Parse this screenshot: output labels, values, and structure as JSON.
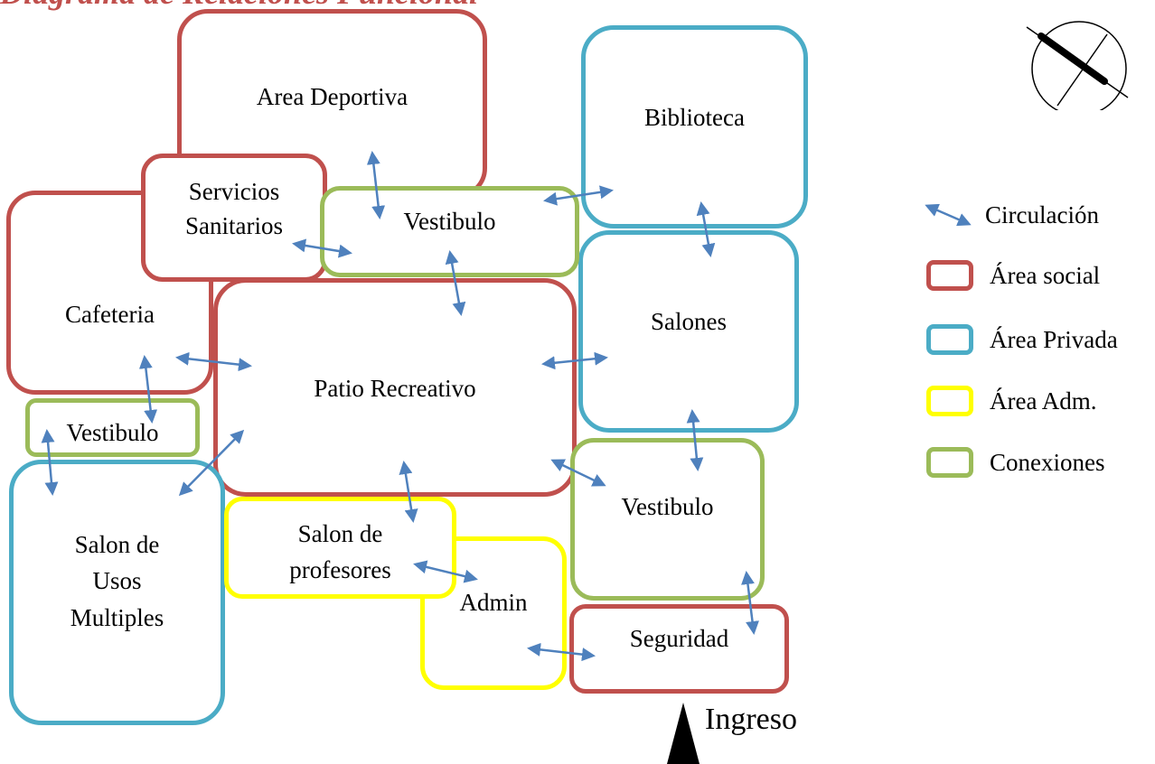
{
  "colors": {
    "area_social": "#C0504D",
    "area_privada": "#4BACC6",
    "area_adm": "#FFFF00",
    "conexiones": "#9BBB59",
    "circulacion": "#4F81BD"
  },
  "title_fragment": "Diagrama de Relaciones Funcional",
  "rooms": {
    "area_deportiva": "Area Deportiva",
    "biblioteca": "Biblioteca",
    "servicios_line1": "Servicios",
    "servicios_line2": "Sanitarios",
    "vestibulo_top": "Vestibulo",
    "cafeteria": "Cafeteria",
    "salones": "Salones",
    "patio": "Patio Recreativo",
    "vestibulo_left": "Vestibulo",
    "salon_usos_line1": "Salon de",
    "salon_usos_line2": "Usos",
    "salon_usos_line3": "Multiples",
    "salon_prof_line1": "Salon de",
    "salon_prof_line2": "profesores",
    "admin": "Admin",
    "vestibulo_right": "Vestibulo",
    "seguridad": "Seguridad",
    "ingreso": "Ingreso"
  },
  "legend": {
    "circulacion": "Circulación",
    "area_social": "Área social",
    "area_privada": "Área Privada",
    "area_adm": "Área Adm.",
    "conexiones": "Conexiones"
  },
  "north_icon": "compass-north-icon",
  "entry_icon": "entry-arrow-icon"
}
